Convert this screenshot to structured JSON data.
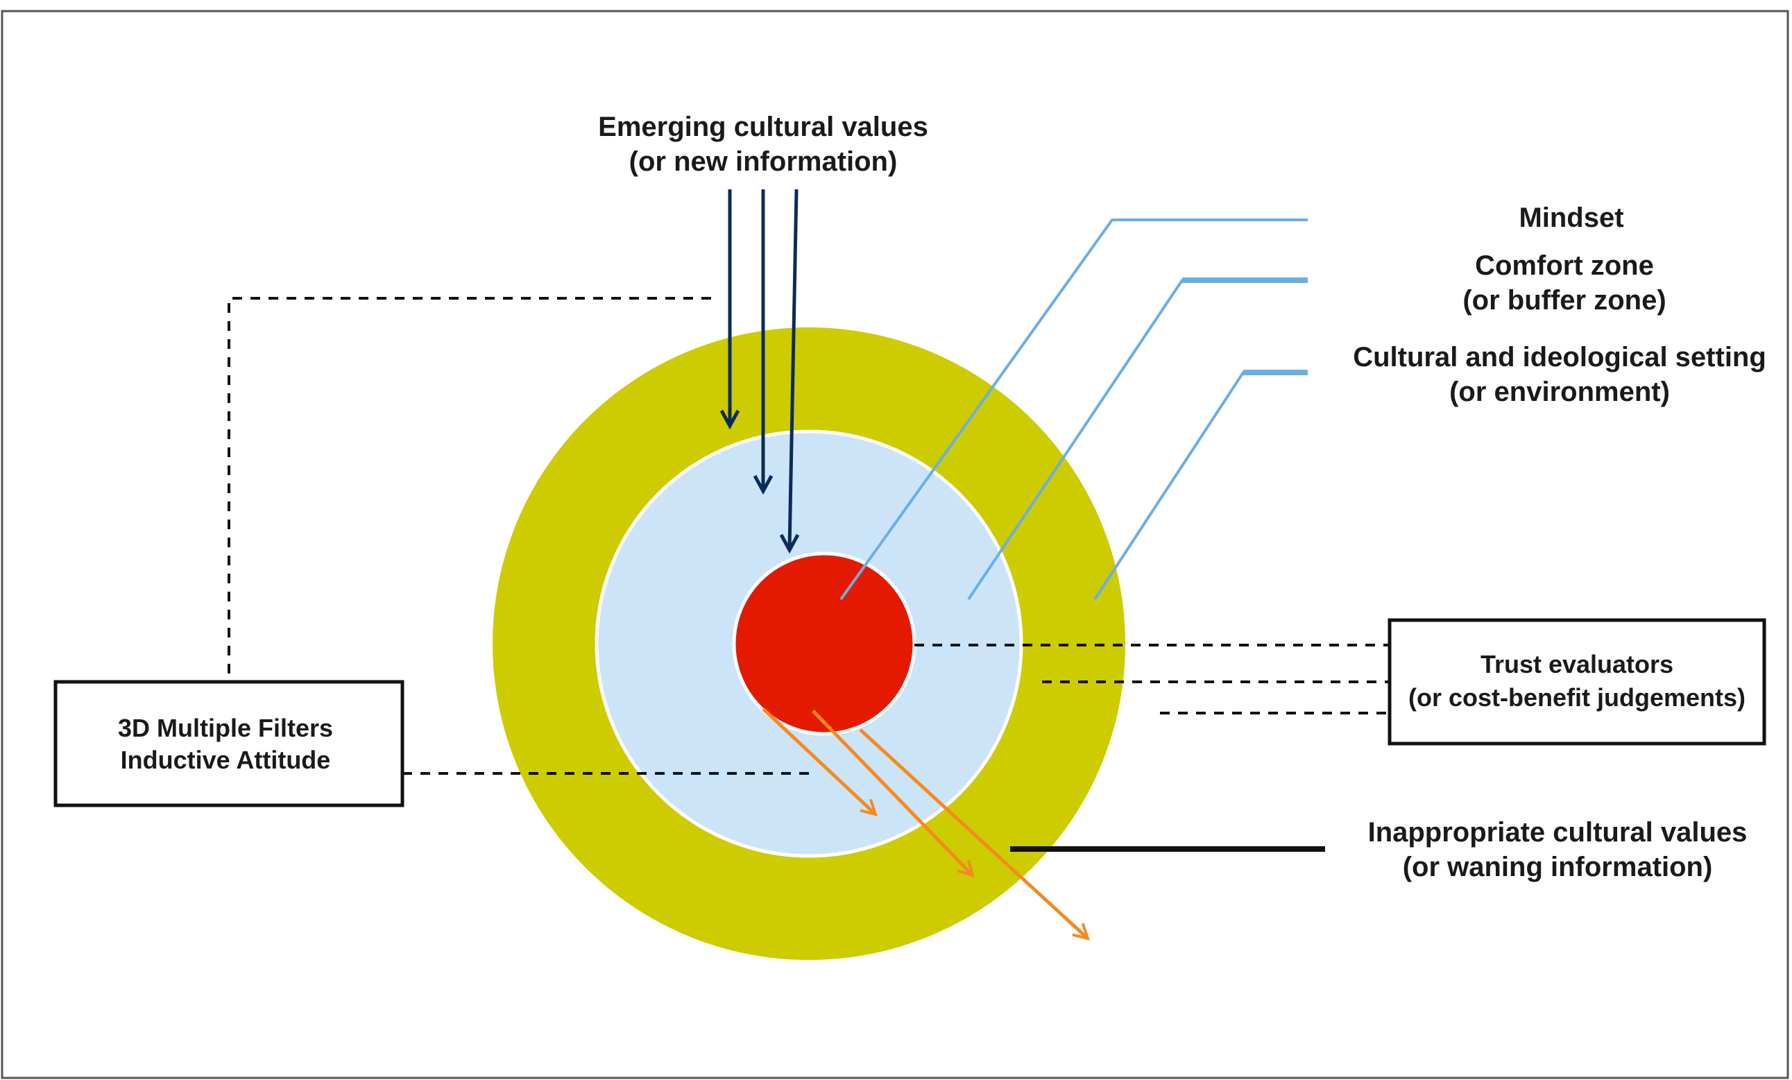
{
  "colors": {
    "outer_ring": "#cccc00",
    "middle_ring": "#cce4f8",
    "core": "#e41a00",
    "leader_blue": "#6aaee6",
    "arrow_in": "#0d2b5a",
    "arrow_out": "#f58a1f",
    "line_dark": "#111111"
  },
  "labels": {
    "emerging_1": "Emerging cultural values",
    "emerging_2": "(or new information)",
    "mindset": "Mindset",
    "comfort_1": "Comfort zone",
    "comfort_2": "(or buffer zone)",
    "cultural_1": "Cultural and ideological setting",
    "cultural_2": "(or environment)",
    "inappropriate_1": "Inappropriate cultural values",
    "inappropriate_2": "(or waning information)"
  },
  "boxes": {
    "filters_1": "3D Multiple Filters",
    "filters_2": "Inductive Attitude",
    "trust_1": "Trust evaluators",
    "trust_2": "(or cost-benefit judgements)"
  }
}
